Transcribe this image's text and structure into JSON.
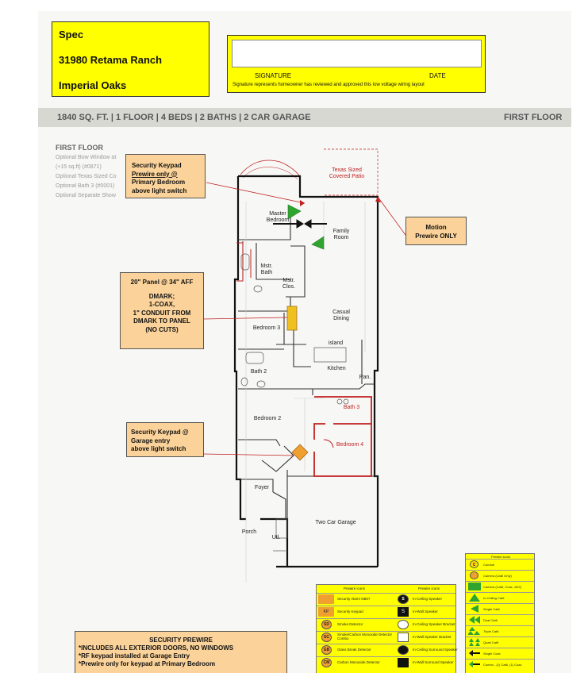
{
  "header": {
    "spec_label": "Spec",
    "address": "31980 Retama Ranch",
    "community": "Imperial Oaks",
    "signature_label": "SIGNATURE",
    "date_label": "DATE",
    "signature_note": "Signature represents homeowner has reviewed and approved this low voltage wiring layout"
  },
  "info_bar": {
    "summary": "1840 SQ. FT.  |  1 FLOOR  |  4 BEDS  |  2 BATHS  |  2 CAR GARAGE",
    "floor": "FIRST FLOOR"
  },
  "options": {
    "title": "FIRST FLOOR",
    "lines": [
      "Optional Bow Window at",
      "(+15 sq.ft) (#0871)",
      "Optional Texas Sized Co",
      "Optional Bath 3 (#0001)",
      "Optional Separate Show"
    ]
  },
  "callouts": {
    "keypad_primary": [
      "Security Keypad",
      "Prewire only @",
      "Primary Bedroom",
      "above light switch"
    ],
    "motion": [
      "Motion",
      "Prewire ONLY"
    ],
    "panel": [
      "20\" Panel @ 34\" AFF",
      "",
      "DMARK;",
      "1-COAX,",
      "1\" CONDUIT FROM",
      "DMARK TO PANEL",
      "(NO CUTS)"
    ],
    "keypad_garage": [
      "Security Keypad @",
      "Garage entry",
      "above light switch"
    ]
  },
  "rooms": {
    "patio": "Texas Sized Covered Patio",
    "master": "Master Bedroom",
    "family": "Family Room",
    "mstr_bath": "Mstr. Bath",
    "mstr_clos": "Mstr. Clos.",
    "bedroom3": "Bedroom 3",
    "casual": "Casual Dining",
    "island": "island",
    "kitchen": "Kitchen",
    "bath2": "Bath 2",
    "pan": "Pan.",
    "bath3": "Bath 3",
    "bedroom2": "Bedroom 2",
    "bedroom4": "Bedroom 4",
    "foyer": "Foyer",
    "porch": "Porch",
    "util": "Utl.",
    "garage": "Two Car Garage"
  },
  "legend": {
    "header_left": "Prewire icons",
    "header_right": "Prewire icons",
    "rows": [
      {
        "code": "",
        "label": "Security Alarm NB07",
        "code2": "S",
        "label2": "In-Ceiling Speaker"
      },
      {
        "code": "KP",
        "label": "Security Keypad",
        "code2": "S",
        "label2": "In-Wall Speaker"
      },
      {
        "code": "SD",
        "label": "Smoke Detector",
        "code2": "",
        "label2": "In-Ceiling Speaker Bracket"
      },
      {
        "code": "SC",
        "label": "Smoke/Carbon Monoxide Detector Combo",
        "code2": "",
        "label2": "In-Wall Speaker Bracket"
      },
      {
        "code": "GB",
        "label": "Glass Break Detector",
        "code2": "",
        "label2": "In-Ceiling Surround Speaker"
      },
      {
        "code": "CM",
        "label": "Carbon Monoxide Detector",
        "code2": "",
        "label2": "In-Wall Surround Speaker"
      }
    ]
  },
  "legend_right": {
    "header": "Prewire icons",
    "rows": [
      {
        "code": "C",
        "label": "Conduit"
      },
      {
        "code": "",
        "label": "Camera (Cat6 Only)"
      },
      {
        "code": "",
        "label": "Camera (Cat6, Coax, 16/2)"
      },
      {
        "code": "",
        "label": "In-Ceiling Cat6"
      },
      {
        "code": "",
        "label": "Single Cat6"
      },
      {
        "code": "",
        "label": "Dual Cat6"
      },
      {
        "code": "",
        "label": "Triple Cat6"
      },
      {
        "code": "",
        "label": "Quad Cat6"
      },
      {
        "code": "",
        "label": "Single Coax"
      },
      {
        "code": "",
        "label": "Combo - (1) Cat6, (1) Coax"
      }
    ]
  },
  "prewire": {
    "title": "SECURITY PREWIRE",
    "lines": [
      "*INCLUDES ALL EXTERIOR DOORS, NO WINDOWS",
      "*RF keypad installed at Garage Entry",
      "*Prewire only for keypad at Primary Bedroom"
    ]
  },
  "colors": {
    "yellow": "#ffff00",
    "callout": "#fbd39a",
    "option_red": "#c02020",
    "marker_green": "#2fa52f",
    "panel_orange": "#f0a030"
  }
}
